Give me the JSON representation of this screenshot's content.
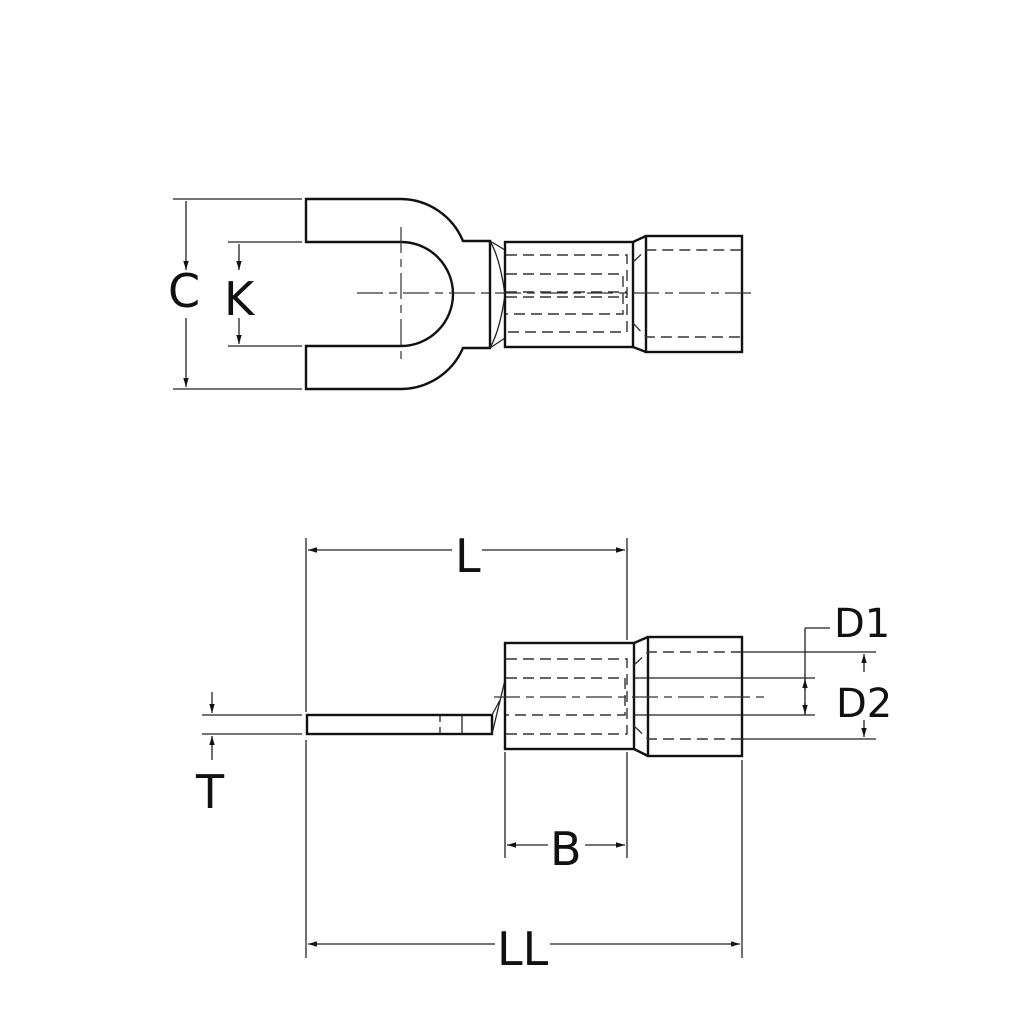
{
  "drawing": {
    "title": "Insulated spade (fork) terminal - dimension drawing",
    "colors": {
      "line": "#111111",
      "background": "#ffffff"
    },
    "top_view": {
      "labels": {
        "C": "C",
        "K": "K"
      }
    },
    "side_view": {
      "labels": {
        "L": "L",
        "D1": "D1",
        "D2": "D2",
        "T": "T",
        "B": "B",
        "LL": "LL"
      }
    }
  }
}
